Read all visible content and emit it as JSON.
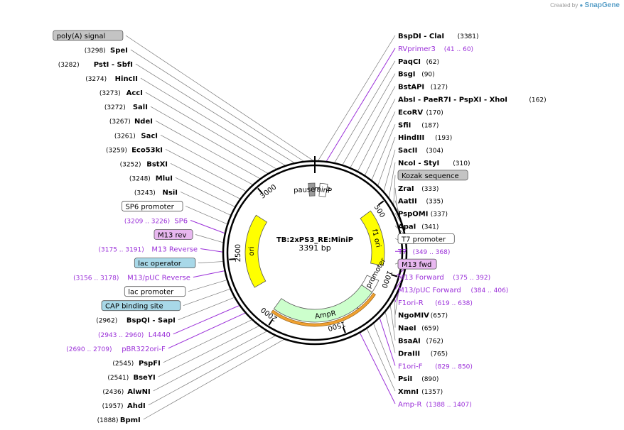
{
  "credit": {
    "prefix": "Created by",
    "brand": "SnapGene"
  },
  "map": {
    "name": "TB:2xPS3_RE:MiniP",
    "length_label": "3391 bp",
    "total_bp": 3391,
    "ticks": [
      "500",
      "1000",
      "1500",
      "2000",
      "2500",
      "3000"
    ]
  },
  "features": [
    {
      "label": "pause site",
      "start": 3340,
      "end": 3391,
      "color": "#9a9a9a"
    },
    {
      "label": "minP",
      "start": 40,
      "end": 100,
      "color": "#ffffff"
    },
    {
      "label": "f1 ori",
      "start": 500,
      "end": 950,
      "color": "#ffff00"
    },
    {
      "label": "AmpR promoter",
      "start": 1070,
      "end": 1175,
      "color": "#ffffff"
    },
    {
      "label": "AmpR",
      "start": 1175,
      "end": 2035,
      "color": "#ccffcc"
    },
    {
      "label": "ori",
      "start": 2260,
      "end": 2850,
      "color": "#ffff00"
    }
  ],
  "left_labels": [
    {
      "name": "poly(A) signal",
      "pos": "",
      "kind": "feature",
      "box": "gray"
    },
    {
      "name": "SpeI",
      "pos": "(3298)",
      "kind": "enzyme"
    },
    {
      "name": "PstI - SbfI",
      "pos": "(3282)",
      "kind": "enzyme"
    },
    {
      "name": "HincII",
      "pos": "(3274)",
      "kind": "enzyme"
    },
    {
      "name": "AccI",
      "pos": "(3273)",
      "kind": "enzyme"
    },
    {
      "name": "SalI",
      "pos": "(3272)",
      "kind": "enzyme"
    },
    {
      "name": "NdeI",
      "pos": "(3267)",
      "kind": "enzyme"
    },
    {
      "name": "SacI",
      "pos": "(3261)",
      "kind": "enzyme"
    },
    {
      "name": "Eco53kI",
      "pos": "(3259)",
      "kind": "enzyme"
    },
    {
      "name": "BstXI",
      "pos": "(3252)",
      "kind": "enzyme"
    },
    {
      "name": "MluI",
      "pos": "(3248)",
      "kind": "enzyme"
    },
    {
      "name": "NsiI",
      "pos": "(3243)",
      "kind": "enzyme"
    },
    {
      "name": "SP6 promoter",
      "pos": "",
      "kind": "feature",
      "box": "white"
    },
    {
      "name": "SP6",
      "pos": "(3209 .. 3226)",
      "kind": "primer"
    },
    {
      "name": "M13 rev",
      "pos": "",
      "kind": "feature",
      "box": "purple"
    },
    {
      "name": "M13 Reverse",
      "pos": "(3175 .. 3191)",
      "kind": "primer"
    },
    {
      "name": "lac operator",
      "pos": "",
      "kind": "feature",
      "box": "blue"
    },
    {
      "name": "M13/pUC Reverse",
      "pos": "(3156 .. 3178)",
      "kind": "primer"
    },
    {
      "name": "lac promoter",
      "pos": "",
      "kind": "feature",
      "box": "white"
    },
    {
      "name": "CAP binding site",
      "pos": "",
      "kind": "feature",
      "box": "blue"
    },
    {
      "name": "BspQI - SapI",
      "pos": "(2962)",
      "kind": "enzyme"
    },
    {
      "name": "L4440",
      "pos": "(2943 .. 2960)",
      "kind": "primer"
    },
    {
      "name": "pBR322ori-F",
      "pos": "(2690 .. 2709)",
      "kind": "primer"
    },
    {
      "name": "PspFI",
      "pos": "(2545)",
      "kind": "enzyme"
    },
    {
      "name": "BseYI",
      "pos": "(2541)",
      "kind": "enzyme"
    },
    {
      "name": "AlwNI",
      "pos": "(2436)",
      "kind": "enzyme"
    },
    {
      "name": "AhdI",
      "pos": "(1957)",
      "kind": "enzyme"
    },
    {
      "name": "BpmI",
      "pos": "(1888)",
      "kind": "enzyme"
    }
  ],
  "right_labels": [
    {
      "name": "BspDI - ClaI",
      "pos": "(3381)",
      "kind": "enzyme"
    },
    {
      "name": "RVprimer3",
      "pos": "(41 .. 60)",
      "kind": "primer"
    },
    {
      "name": "PaqCI",
      "pos": "(62)",
      "kind": "enzyme"
    },
    {
      "name": "BsgI",
      "pos": "(90)",
      "kind": "enzyme"
    },
    {
      "name": "BstAPI",
      "pos": "(127)",
      "kind": "enzyme"
    },
    {
      "name": "AbsI - PaeR7I - PspXI - XhoI",
      "pos": "(162)",
      "kind": "enzyme"
    },
    {
      "name": "EcoRV",
      "pos": "(170)",
      "kind": "enzyme"
    },
    {
      "name": "SfiI",
      "pos": "(187)",
      "kind": "enzyme"
    },
    {
      "name": "HindIII",
      "pos": "(193)",
      "kind": "enzyme"
    },
    {
      "name": "SacII",
      "pos": "(304)",
      "kind": "enzyme"
    },
    {
      "name": "NcoI - StyI",
      "pos": "(310)",
      "kind": "enzyme"
    },
    {
      "name": "Kozak sequence",
      "pos": "",
      "kind": "feature",
      "box": "gray"
    },
    {
      "name": "ZraI",
      "pos": "(333)",
      "kind": "enzyme"
    },
    {
      "name": "AatII",
      "pos": "(335)",
      "kind": "enzyme"
    },
    {
      "name": "PspOMI",
      "pos": "(337)",
      "kind": "enzyme"
    },
    {
      "name": "ApaI",
      "pos": "(341)",
      "kind": "enzyme"
    },
    {
      "name": "T7 promoter",
      "pos": "",
      "kind": "feature",
      "box": "white"
    },
    {
      "name": "T7",
      "pos": "(349 .. 368)",
      "kind": "primer"
    },
    {
      "name": "M13 fwd",
      "pos": "",
      "kind": "feature",
      "box": "purple"
    },
    {
      "name": "M13 Forward",
      "pos": "(375 .. 392)",
      "kind": "primer"
    },
    {
      "name": "M13/pUC Forward",
      "pos": "(384 .. 406)",
      "kind": "primer"
    },
    {
      "name": "F1ori-R",
      "pos": "(619 .. 638)",
      "kind": "primer"
    },
    {
      "name": "NgoMIV",
      "pos": "(657)",
      "kind": "enzyme"
    },
    {
      "name": "NaeI",
      "pos": "(659)",
      "kind": "enzyme"
    },
    {
      "name": "BsaAI",
      "pos": "(762)",
      "kind": "enzyme"
    },
    {
      "name": "DraIII",
      "pos": "(765)",
      "kind": "enzyme"
    },
    {
      "name": "F1ori-F",
      "pos": "(829 .. 850)",
      "kind": "primer"
    },
    {
      "name": "PsiI",
      "pos": "(890)",
      "kind": "enzyme"
    },
    {
      "name": "XmnI",
      "pos": "(1357)",
      "kind": "enzyme"
    },
    {
      "name": "Amp-R",
      "pos": "(1388 .. 1407)",
      "kind": "primer"
    }
  ]
}
